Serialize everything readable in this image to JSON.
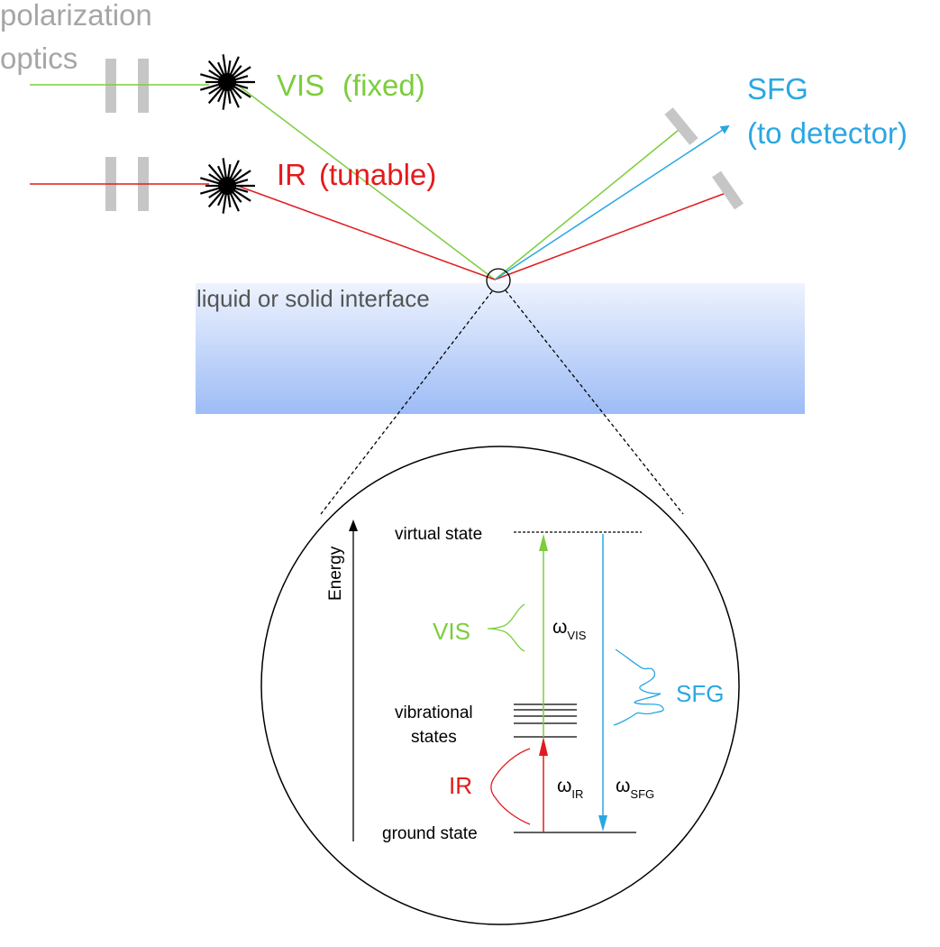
{
  "colors": {
    "vis": "#7ccd3c",
    "ir": "#e31a1c",
    "sfg": "#2aa7e2",
    "gray": "#a6a6a6",
    "black": "#000000",
    "interface_top": "#e9f0fd",
    "interface_bottom": "#9dbcf6"
  },
  "setup": {
    "polarization_line1": "polarization",
    "polarization_line2": "optics",
    "vis_label": "VIS",
    "vis_note": "(fixed)",
    "ir_label": "IR",
    "ir_note": "(tunable)",
    "sfg_label": "SFG",
    "sfg_note": "(to detector)",
    "interface_label": "liquid or solid interface"
  },
  "energy_diagram": {
    "axis_label": "Energy",
    "virtual_state": "virtual state",
    "vibrational_line1": "vibrational",
    "vibrational_line2": "states",
    "ground_state": "ground state",
    "vis_label": "VIS",
    "ir_label": "IR",
    "sfg_label": "SFG",
    "omega": "ω",
    "sub_vis": "VIS",
    "sub_ir": "IR",
    "sub_sfg": "SFG"
  }
}
